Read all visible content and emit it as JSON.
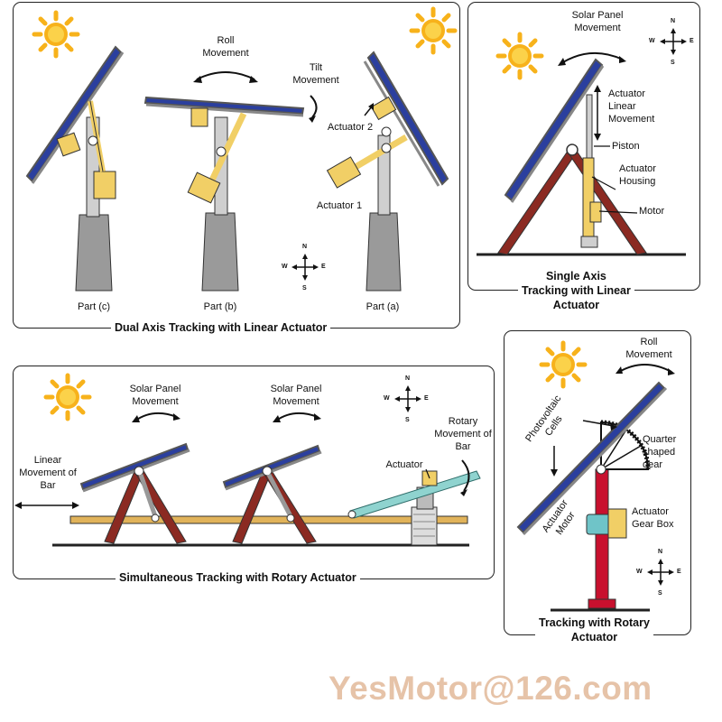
{
  "panels": {
    "dual_axis": {
      "title": "Dual Axis Tracking with Linear Actuator",
      "roll_movement": "Roll\nMovement",
      "tilt_movement": "Tilt\nMovement",
      "actuator_2": "Actuator 2",
      "actuator_1": "Actuator 1",
      "part_c": "Part (c)",
      "part_b": "Part (b)",
      "part_a": "Part (a)"
    },
    "single_axis": {
      "title": "Single Axis\nTracking with Linear\nActuator",
      "solar_panel_movement": "Solar Panel\nMovement",
      "actuator_linear_movement": "Actuator\nLinear\nMovement",
      "piston": "Piston",
      "actuator_housing": "Actuator\nHousing",
      "motor": "Motor"
    },
    "simultaneous": {
      "title": "Simultaneous Tracking with Rotary Actuator",
      "linear_movement_of_bar": "Linear\nMovement of\nBar",
      "solar_panel_movement_1": "Solar Panel\nMovement",
      "solar_panel_movement_2": "Solar Panel\nMovement",
      "actuator": "Actuator",
      "rotary_movement_of_bar": "Rotary\nMovement of\nBar"
    },
    "rotary": {
      "title": "Tracking with Rotary\nActuator",
      "roll_movement": "Roll\nMovement",
      "photovoltaic_cells": "Photovoltaic\nCells",
      "quarter_shaped_gear": "Quarter\nshaped\ngear",
      "actuator_gear_box": "Actuator\nGear Box",
      "actuator_motor": "Actuator\nMotor"
    }
  },
  "compass": {
    "n": "N",
    "s": "S",
    "e": "E",
    "w": "W"
  },
  "watermark": "YesMotor@126.com",
  "colors": {
    "sun": "#f7b21b",
    "panel_blue": "#2b3f9e",
    "actuator_yellow": "#f1cf66",
    "frame_red": "#8b2a22",
    "bar_tan": "#e1b35a",
    "post_grey": "#9a9a9a",
    "pole_red": "#c8102e",
    "gearbox_teal": "#6fc4c8"
  }
}
